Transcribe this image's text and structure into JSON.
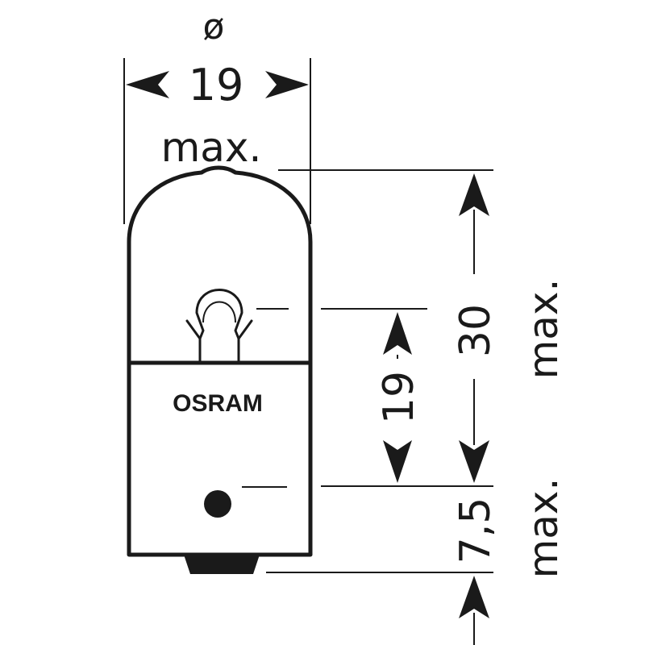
{
  "diameter": {
    "symbol": "ø",
    "value": "19",
    "suffix": "max."
  },
  "overall_length": {
    "value": "30",
    "suffix": "max."
  },
  "light_center_length": {
    "value": "19"
  },
  "base_pin_offset": {
    "value": "7,5",
    "suffix": "max."
  },
  "brand": {
    "label": "OSRAM"
  }
}
